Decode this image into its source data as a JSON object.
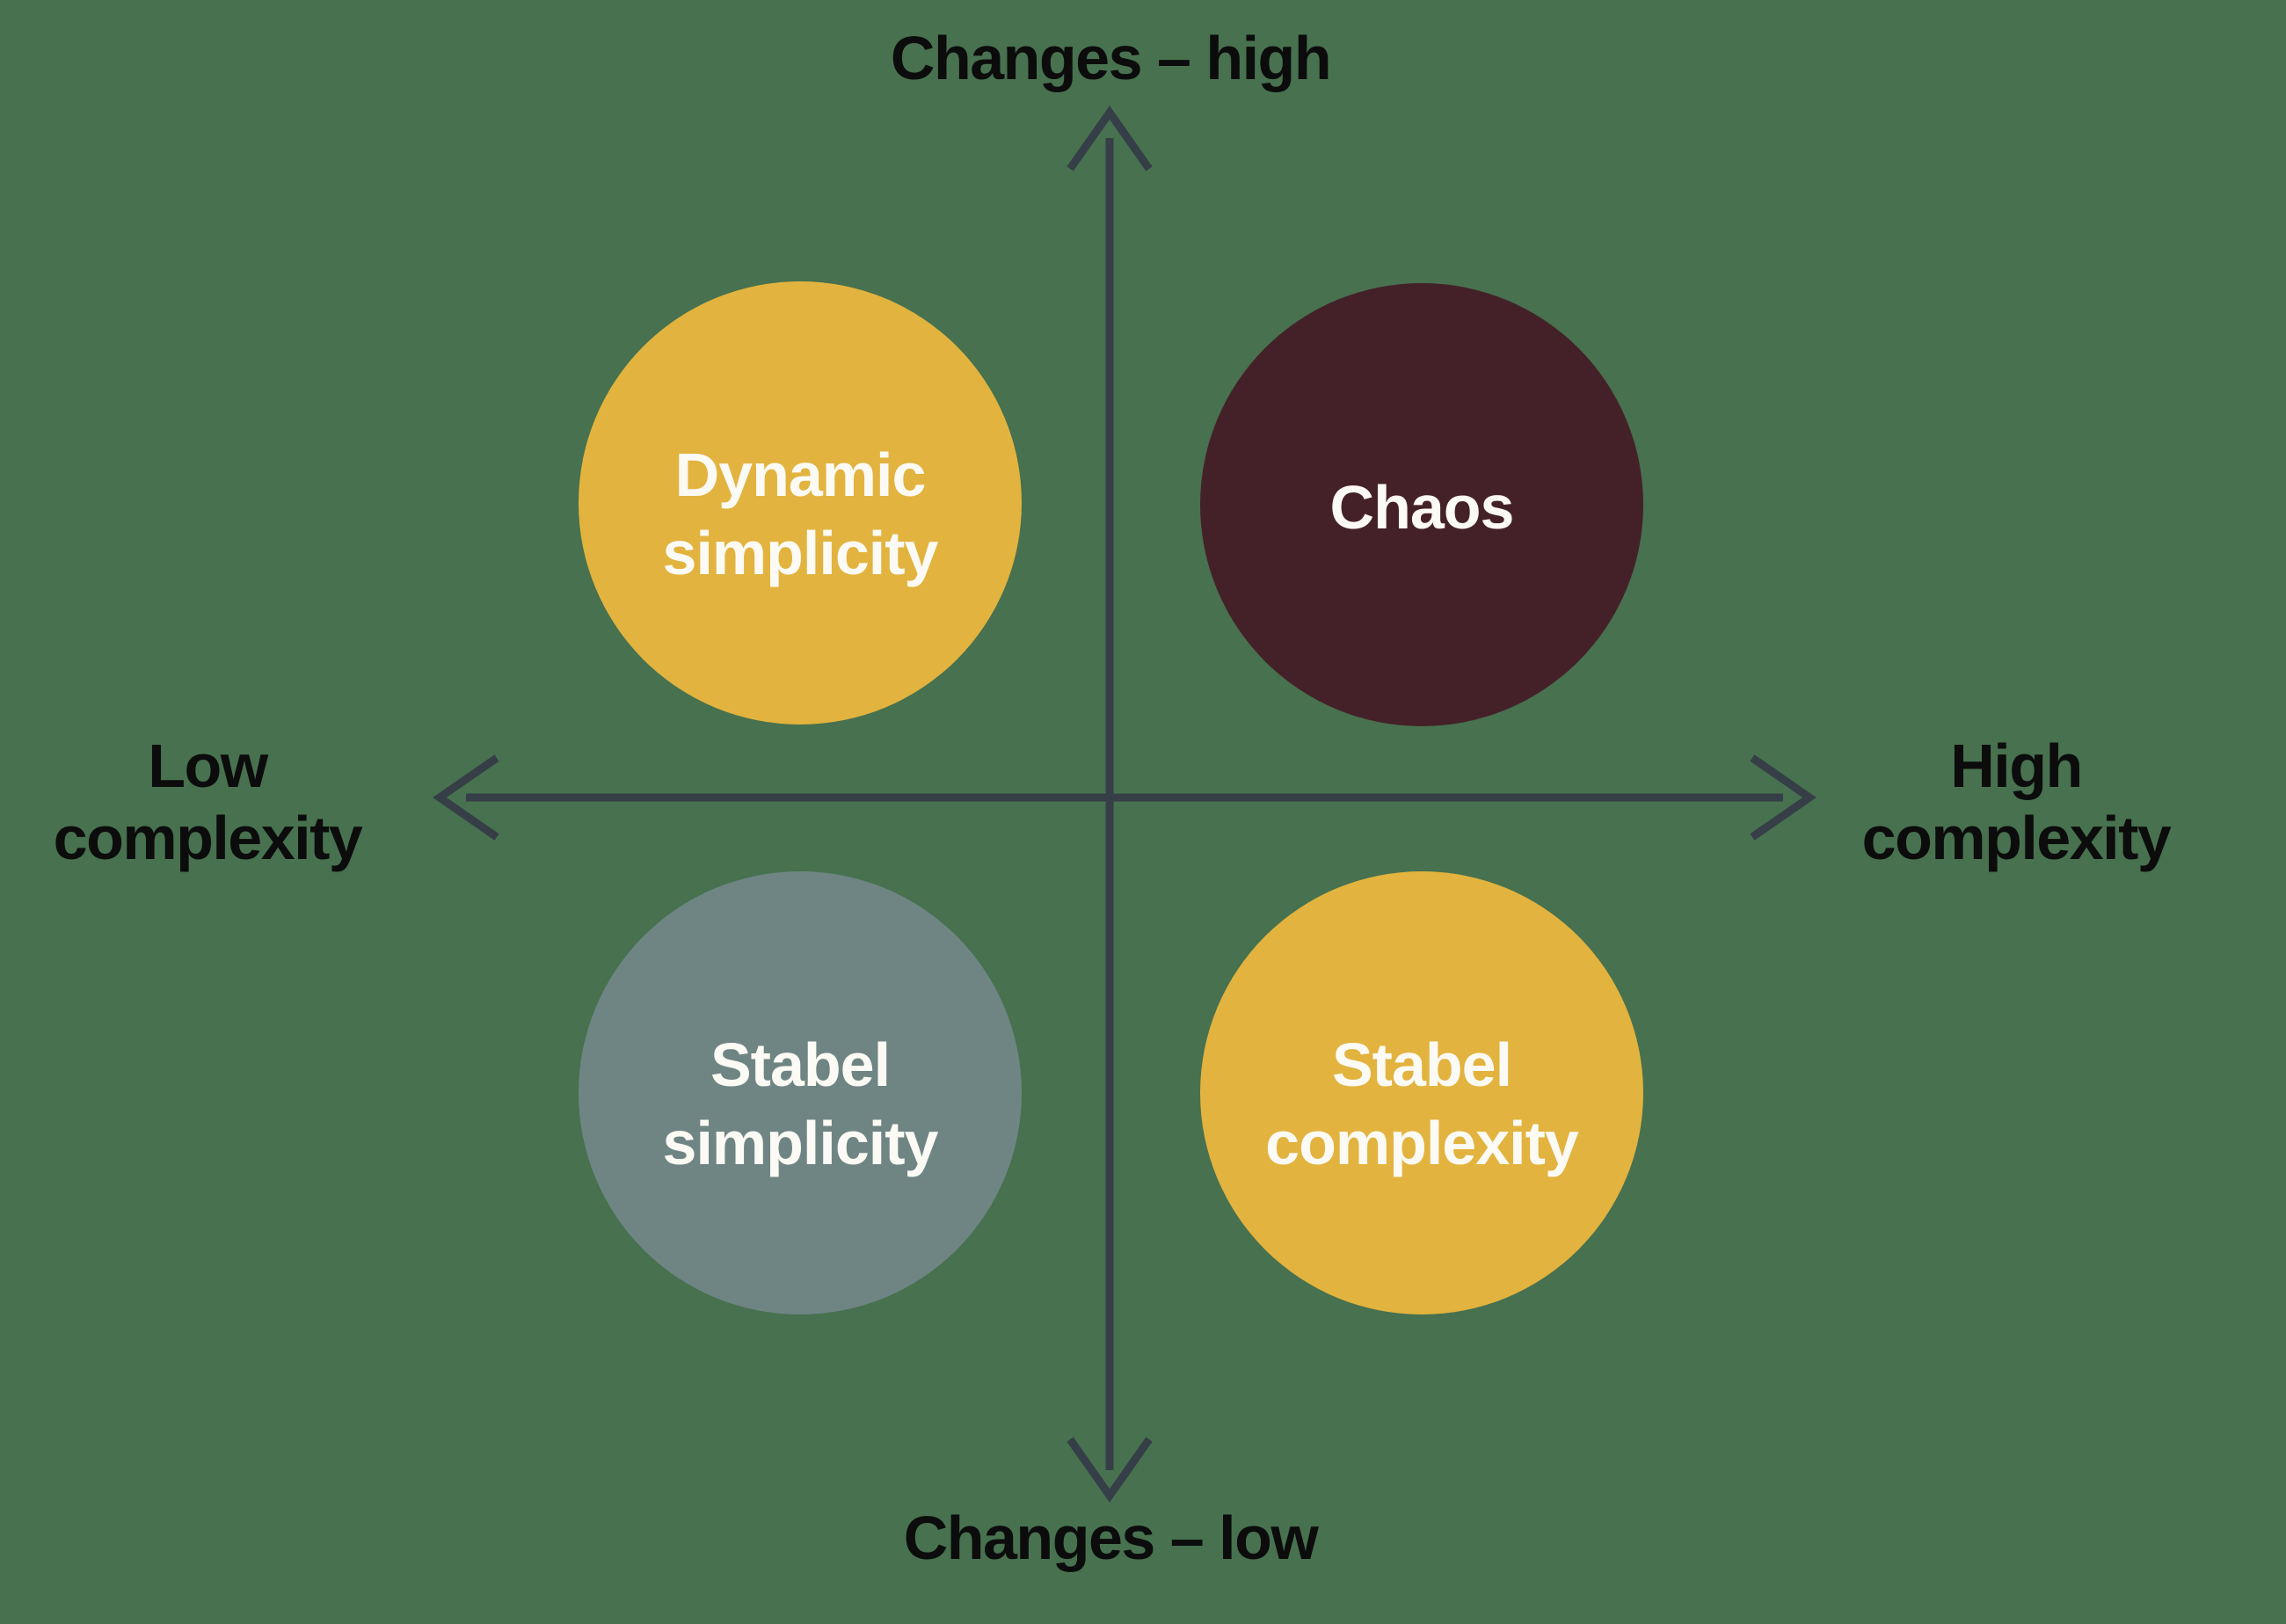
{
  "title": "Complexity / Changes quadrant diagram",
  "colors": {
    "background": "#47714F",
    "axis": "#363E47",
    "axis_label_text": "#0C0C0C",
    "circle_label_text": "#FCFAF4",
    "yellow": "#E2B33E",
    "maroon": "#442128",
    "slate": "#6F8584"
  },
  "axes": {
    "vertical": {
      "top_label": "Changes – high",
      "bottom_label": "Changes – low"
    },
    "horizontal": {
      "left_label_line1": "Low",
      "left_label_line2": "complexity",
      "right_label_line1": "High",
      "right_label_line2": "complexity"
    }
  },
  "quadrants": [
    {
      "position": "top-left",
      "label_line1": "Dynamic",
      "label_line2": "simplicity",
      "color": "#E2B33E"
    },
    {
      "position": "top-right",
      "label_line1": "Chaos",
      "label_line2": "",
      "color": "#442128"
    },
    {
      "position": "bottom-left",
      "label_line1": "Stabel",
      "label_line2": "simplicity",
      "color": "#6F8584"
    },
    {
      "position": "bottom-right",
      "label_line1": "Stabel",
      "label_line2": "complexity",
      "color": "#E2B33E"
    }
  ]
}
